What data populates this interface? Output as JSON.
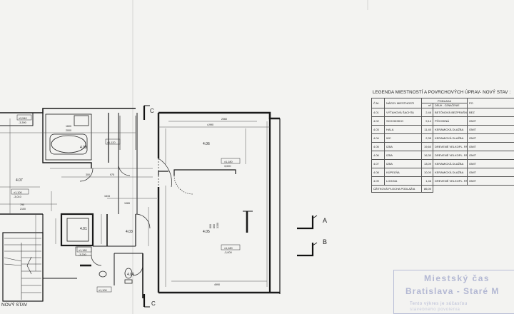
{
  "legend": {
    "title": "LEGENDA  MIESTNOSTÍ A POVRCHOVÝCH ÚPRAV- NOVÝ STAV :",
    "header": {
      "cm": "Č.M.",
      "name": "NÁZOV MIESTNOSTI",
      "podlaha": "PODLAHA",
      "area_unit": "m²",
      "druh": "DRUH  - OZNAČENIE",
      "po": "PO"
    },
    "rooms": [
      {
        "num": "4.01",
        "name": "VÝŤAHOVÁ ŠACHTA",
        "area": "2,46",
        "floor": "BETÓNOVÁ BEZPRAŠNÝ NÁTER",
        "extra": "BEZ"
      },
      {
        "num": "4.02",
        "name": "SCHODISKO",
        "area": "9,14",
        "floor": "PÔVODNÁ",
        "extra": "OMIT"
      },
      {
        "num": "4.03",
        "name": "HALA",
        "area": "11,40",
        "floor": "KERAMICKÁ DLAŽBA",
        "extra": "OMIT"
      },
      {
        "num": "4.04",
        "name": "WC",
        "area": "2,35",
        "floor": "KERAMICKÁ DLAŽBA",
        "extra": "OMIT"
      },
      {
        "num": "4.05",
        "name": "IZBA",
        "area": "19,60",
        "floor": "DREVENÉ VELKOPL. PARKETY",
        "extra": "OMIT"
      },
      {
        "num": "4.06",
        "name": "IZBA",
        "area": "16,30",
        "floor": "DREVENÉ VELKOPL. PARKETY",
        "extra": "OMIT"
      },
      {
        "num": "4.07",
        "name": "IZBA",
        "area": "13,09",
        "floor": "KERAMICKÁ DLAŽBA",
        "extra": "OMIT"
      },
      {
        "num": "4.08",
        "name": "KÚPEĽŇA",
        "area": "10,00",
        "floor": "KERAMICKÁ DLAŽBA",
        "extra": "OMIT"
      },
      {
        "num": "4.09",
        "name": "LOGGIA",
        "area": "1,46",
        "floor": "DREVENÉ VELKOPL. PARKETY",
        "extra": "OMIT"
      }
    ],
    "total_label": "ÚŽITKOVÁ PLOCHA PODLAŽIA",
    "total_value": "86,00"
  },
  "plan": {
    "caption": "NOVÝ STAV",
    "section_marks": [
      "A",
      "B"
    ],
    "cut_marks": [
      "C",
      "C"
    ],
    "room_tags": {
      "r401": "4.01",
      "r403": "4.03",
      "r404": "4.04",
      "r405": "4.05",
      "r406": "4.06",
      "r407": "4.07",
      "r408": "4.08"
    },
    "levels": {
      "l406": "±1,180",
      "l406b": "3,000",
      "l405": "±1,180",
      "l405b": "-3,000",
      "l407": "±1,100",
      "l407b": "-3,010",
      "l403": "±1,180",
      "l403b": "-3,200",
      "l408": "±1,120",
      "loggia": "±3,540",
      "loggia_b": "-3,390",
      "l404": "±1,100"
    },
    "dims": {
      "top406": "4,990",
      "top406b": "2060",
      "top408": "1600",
      "top408b": "2000",
      "left407": "2100",
      "left407b": "790",
      "mid1": "300",
      "mid2": "975",
      "mid3": "1615",
      "mid4": "1065",
      "door405": "800",
      "door405b": "860",
      "door405c": "3150",
      "d405h": "4990"
    }
  }
}
